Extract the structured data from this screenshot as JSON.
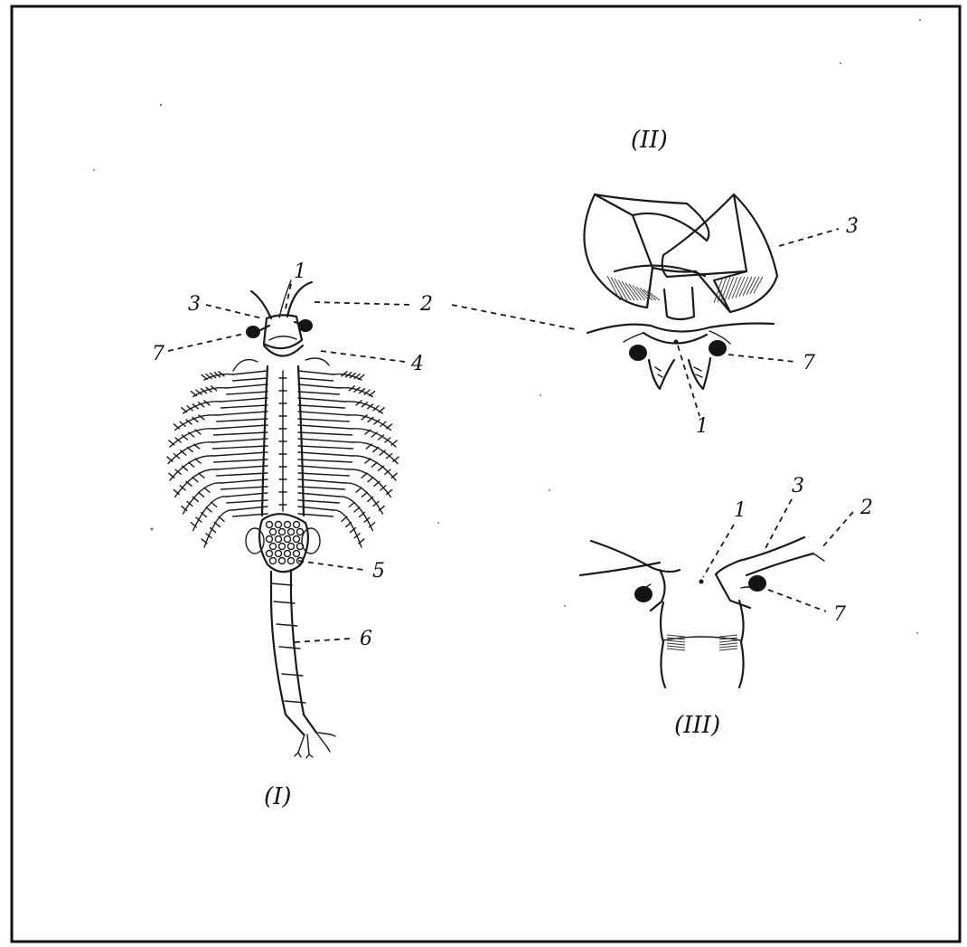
{
  "figure": {
    "captions": {
      "fig1": "(I)",
      "fig2": "(II)",
      "fig3": "(III)"
    },
    "fig1_labels": {
      "l1": "1",
      "l2": "2",
      "l3": "3",
      "l4": "4",
      "l5": "5",
      "l6": "6",
      "l7": "7"
    },
    "fig2_labels": {
      "l1": "1",
      "l3": "3",
      "l7": "7"
    },
    "fig3_labels": {
      "l1": "1",
      "l2": "2",
      "l3": "3",
      "l7": "7"
    },
    "colors": {
      "ink": "#1a1a1a",
      "border": "#111111",
      "paper": "#ffffff"
    }
  }
}
